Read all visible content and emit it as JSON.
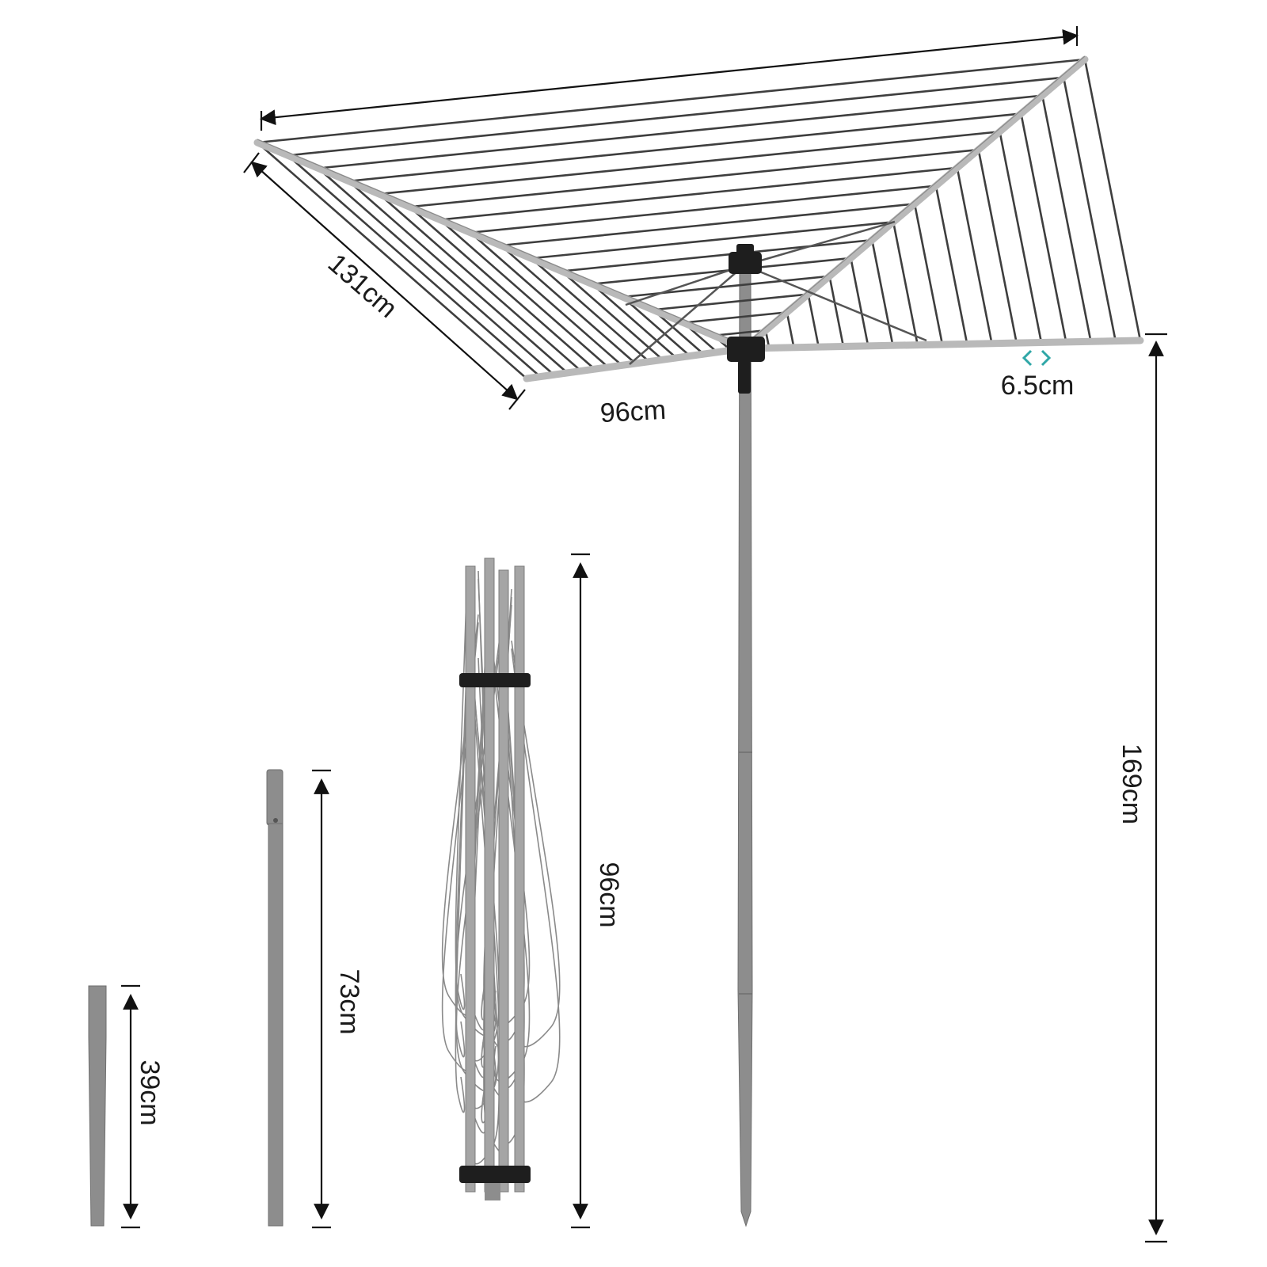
{
  "diagram": {
    "subject": "rotary airer dimensions",
    "dimensions": {
      "width_top": "",
      "arm_diagonal": "131cm",
      "arm_length": "96cm",
      "line_spacing": "6.5cm",
      "total_height": "169cm",
      "folded_height": "96cm",
      "upper_pole": "73cm",
      "ground_spike": "39cm"
    },
    "colors": {
      "pole": "#8d8d8d",
      "arm": "#b9b9b9",
      "line": "#3e3e3e",
      "hub": "#1e1e1e",
      "spacing_icon": "#2fa7a7",
      "dimension_line": "#111111"
    }
  }
}
